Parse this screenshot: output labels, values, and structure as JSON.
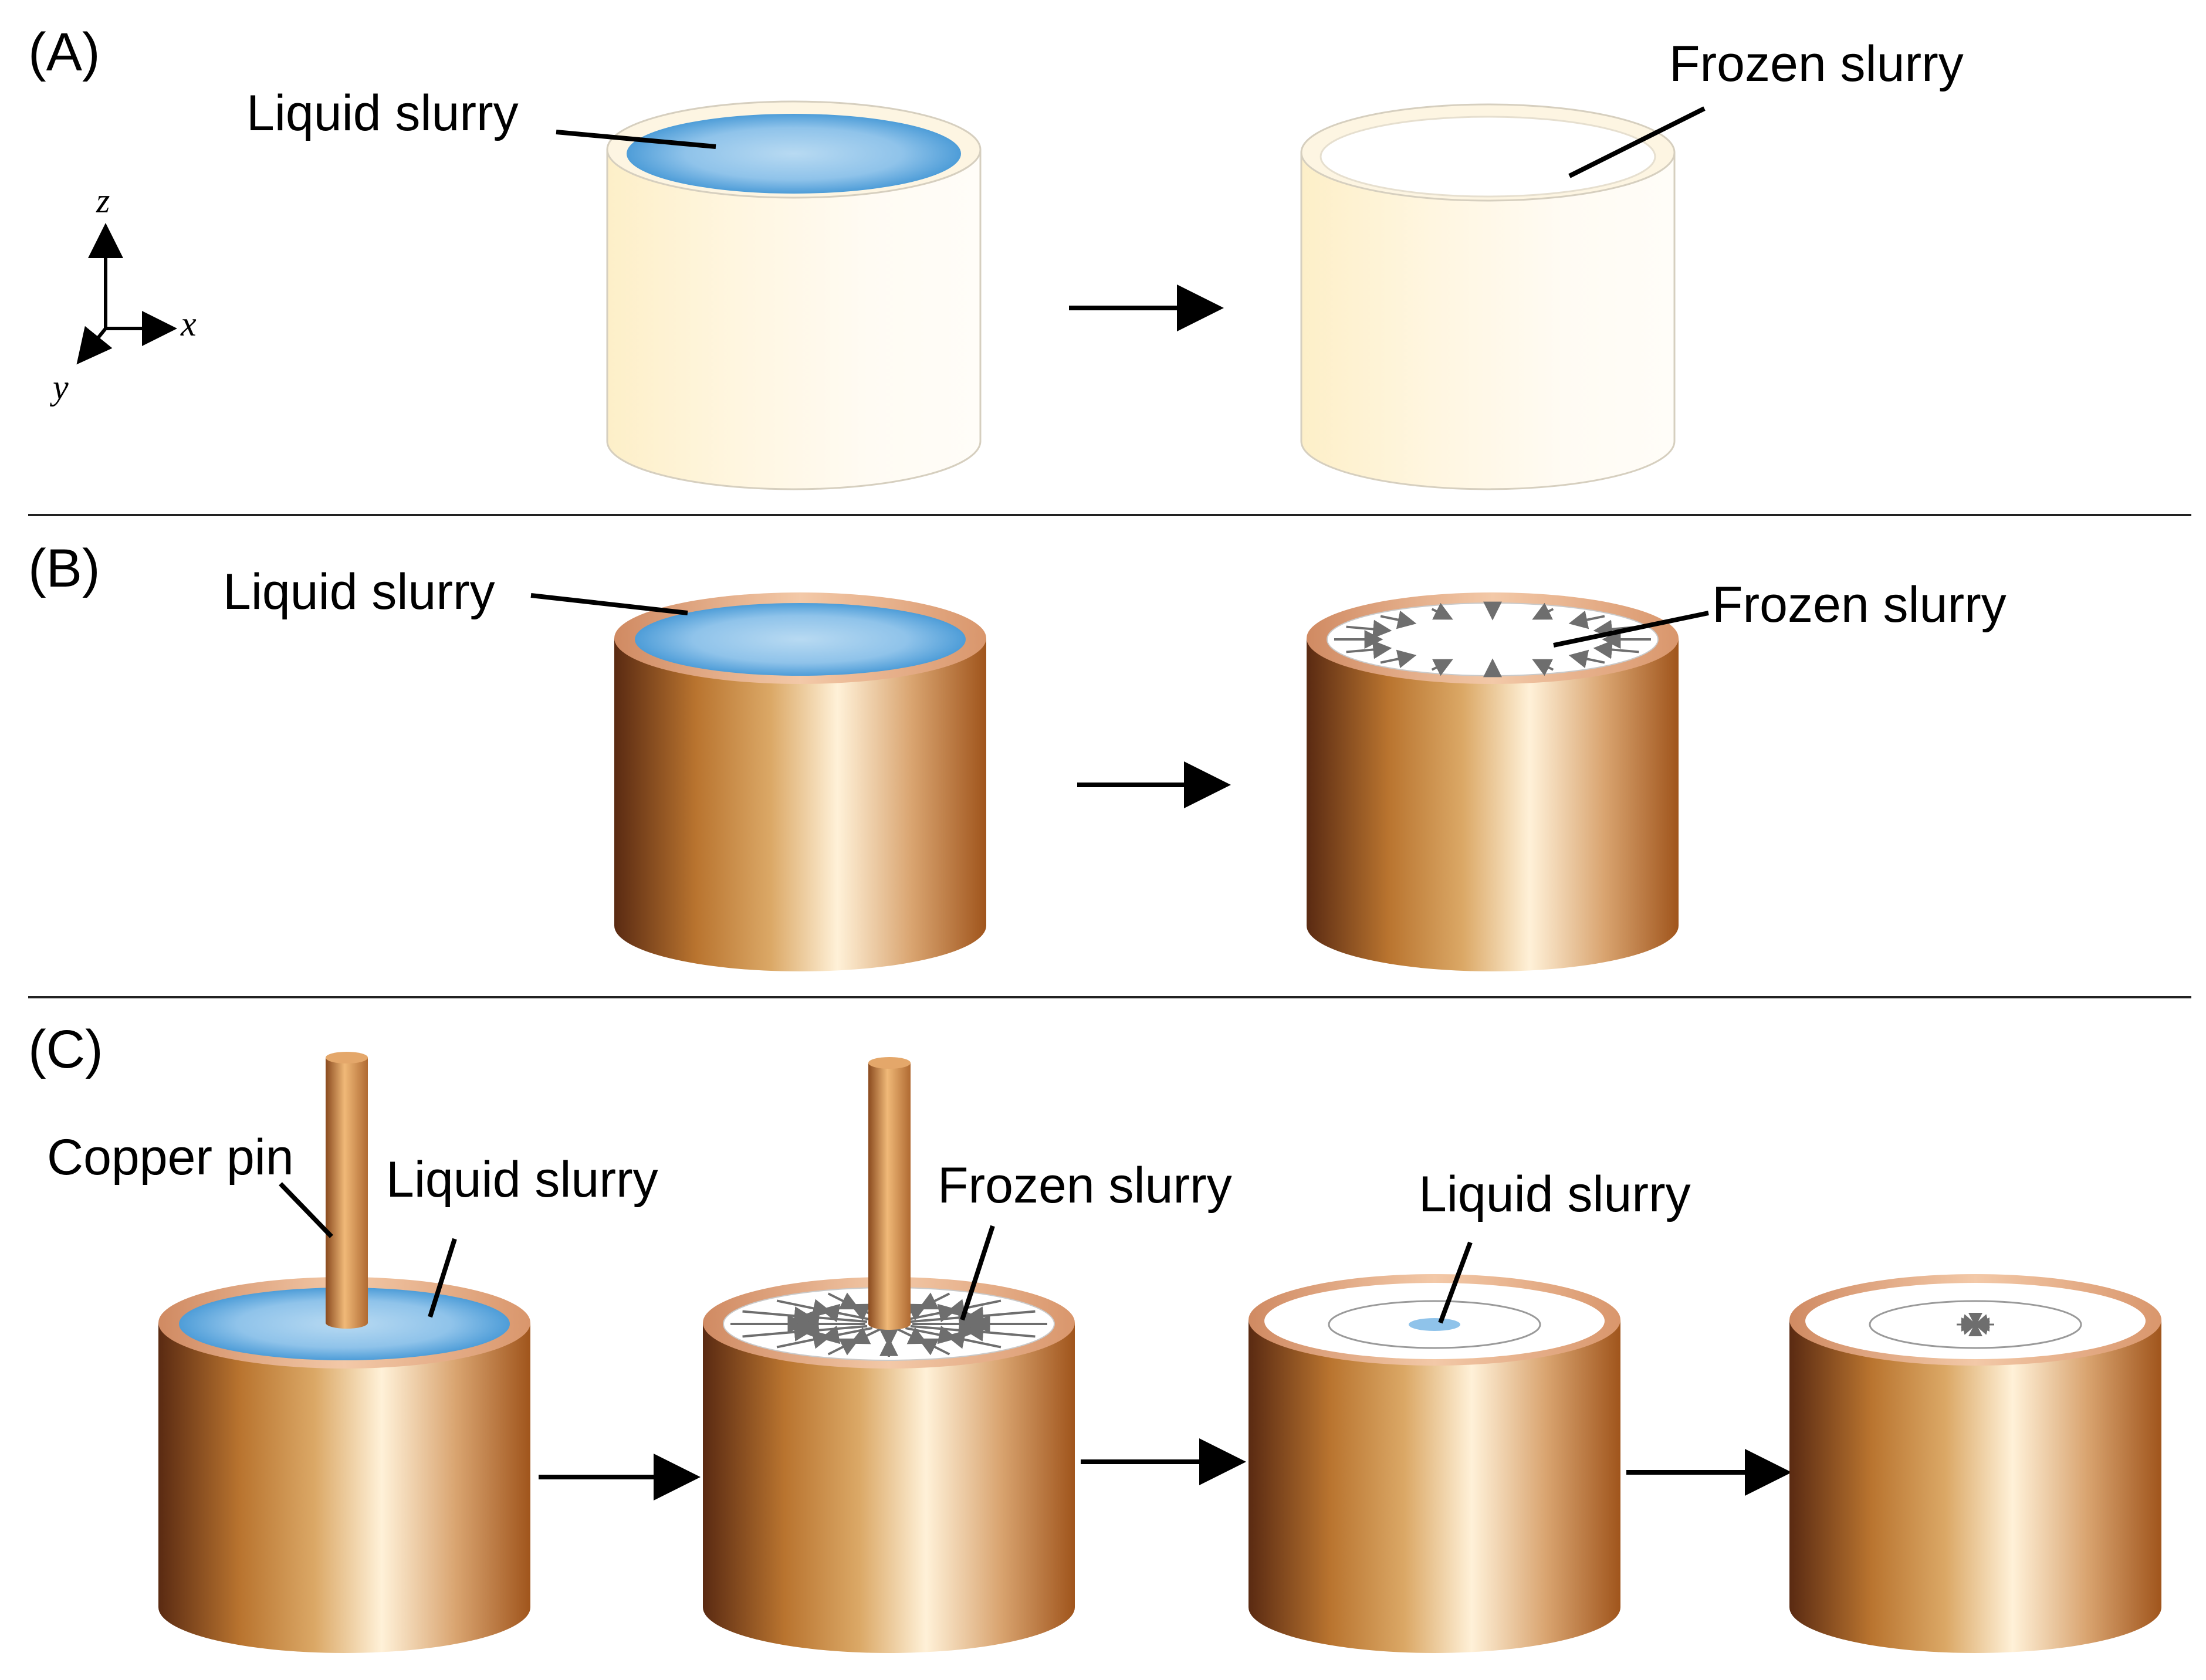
{
  "panels": {
    "a": {
      "tag": "(A)",
      "left_label": "Liquid slurry",
      "right_label": "Frozen slurry"
    },
    "b": {
      "tag": "(B)",
      "left_label": "Liquid slurry",
      "right_label": "Frozen slurry"
    },
    "c": {
      "tag": "(C)",
      "pin_label": "Copper pin",
      "stage1_label": "Liquid slurry",
      "stage2_label": "Frozen slurry",
      "stage3_label": "Liquid slurry"
    }
  },
  "axes": {
    "z": "z",
    "x": "x",
    "y": "y"
  },
  "colors": {
    "plastic_light": "#fffaef",
    "plastic_mid": "#fdefc8",
    "copper_dark": "#5a2a12",
    "copper_mid": "#c98a3e",
    "copper_light": "#fdf0d8",
    "slurry_blue": "#5aa8e0",
    "slurry_blue_light": "#b5d8f1",
    "arrow": "#000000",
    "frost_arrow": "#6e6e6e"
  }
}
